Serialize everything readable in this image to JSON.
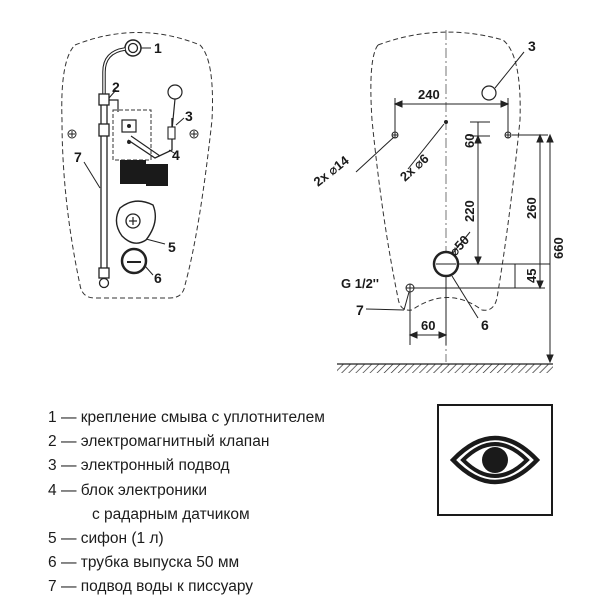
{
  "left_view": {
    "callouts": [
      "1",
      "2",
      "3",
      "4",
      "5",
      "6",
      "7"
    ]
  },
  "right_view": {
    "callout_3": "3",
    "callout_6": "6",
    "callout_7": "7",
    "dim_240": "240",
    "dim_60_top": "60",
    "dim_220": "220",
    "dim_260": "260",
    "dim_660": "660",
    "dim_45": "45",
    "dim_60_bottom": "60",
    "hole_14": "2x ⌀14",
    "hole_6": "2x ⌀6",
    "outlet_50": "⌀50",
    "thread": "G 1/2''"
  },
  "legend": [
    {
      "num": "1",
      "dash": "—",
      "text": "крепление смыва с уплотнителем"
    },
    {
      "num": "2",
      "dash": "—",
      "text": "электромагнитный клапан"
    },
    {
      "num": "3",
      "dash": "—",
      "text": "электронный подвод"
    },
    {
      "num": "4",
      "dash": "—",
      "text": "блок электроники"
    },
    {
      "num": "",
      "dash": "",
      "text": "с радарным датчиком"
    },
    {
      "num": "5",
      "dash": "—",
      "text": "сифон (1 л)"
    },
    {
      "num": "6",
      "dash": "—",
      "text": "трубка выпуска 50 мм"
    },
    {
      "num": "7",
      "dash": "—",
      "text": "подвод воды к писсуару"
    }
  ],
  "icons": {
    "sensor": "eye-icon"
  }
}
